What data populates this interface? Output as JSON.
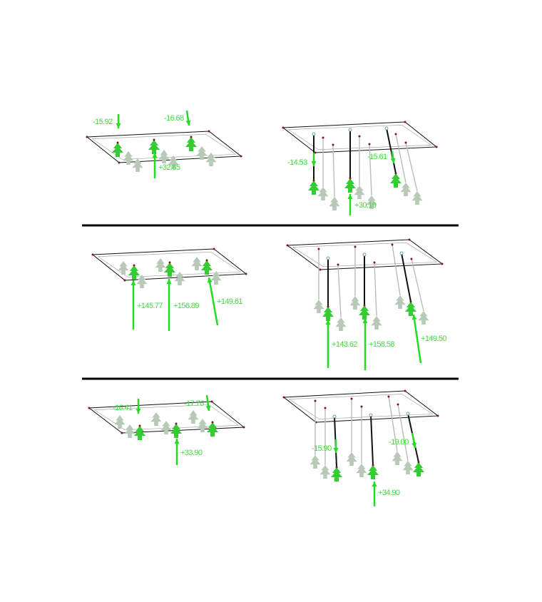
{
  "colors": {
    "reaction": "#22dd22",
    "support_active": "#33cc33",
    "support_ghost": "#b8c9b8",
    "plate_edge": "#111111",
    "node": "#7a1a1a",
    "separator": "#000000"
  },
  "panels": [
    {
      "id": "row1-left",
      "labels": [
        "-15.92",
        "-16.68",
        "+32.85"
      ]
    },
    {
      "id": "row1-right",
      "labels": [
        "-14.53",
        "-15.61",
        "+30.19"
      ]
    },
    {
      "id": "row2-left",
      "labels": [
        "+145.77",
        "+156.89",
        "+149.61"
      ]
    },
    {
      "id": "row2-right",
      "labels": [
        "+143.62",
        "+158.58",
        "+149.50"
      ]
    },
    {
      "id": "row3-left",
      "labels": [
        "-16.41",
        "-17.76",
        "+33.90"
      ]
    },
    {
      "id": "row3-right",
      "labels": [
        "-15.90",
        "-19.00",
        "+34.90"
      ]
    }
  ]
}
